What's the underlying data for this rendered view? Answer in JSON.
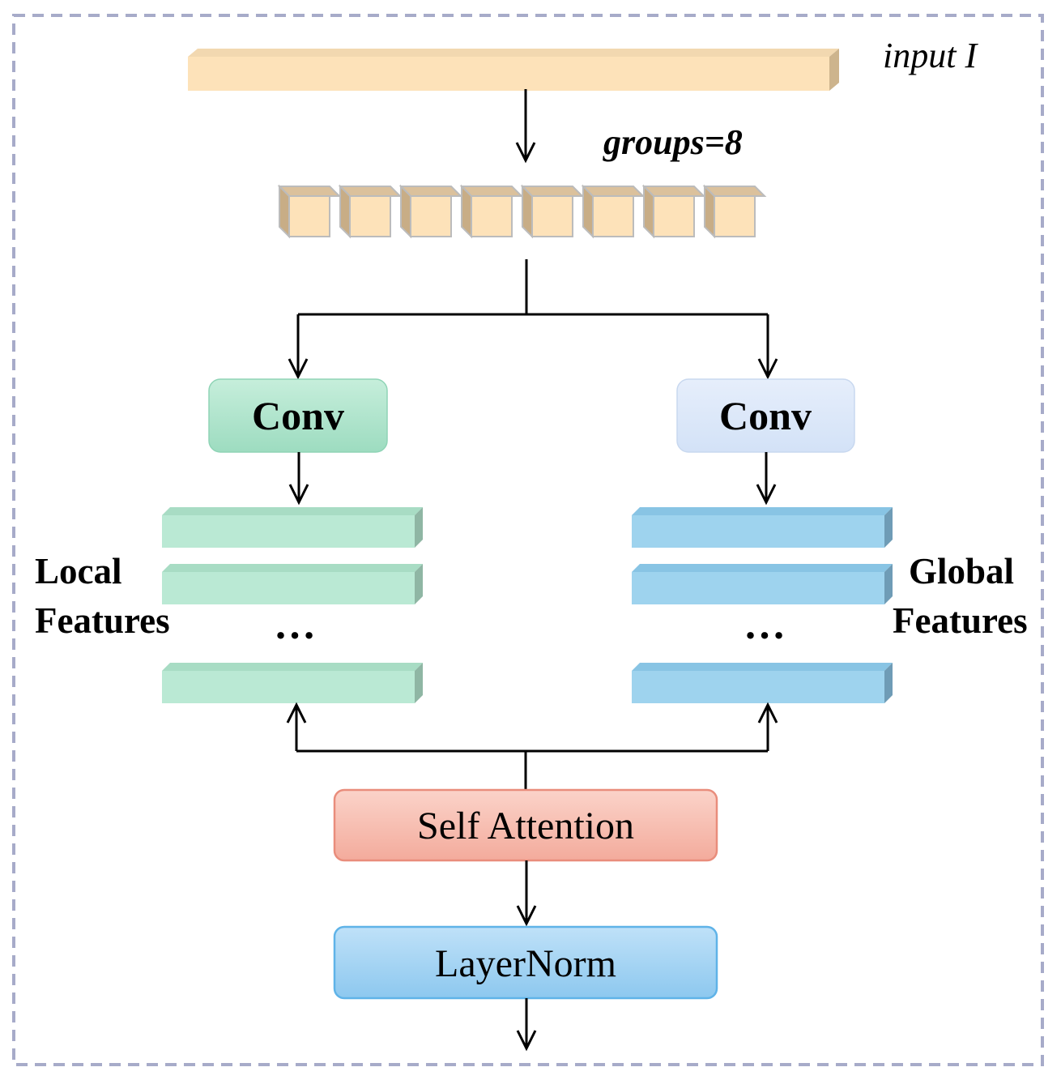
{
  "input": {
    "label": "input I"
  },
  "split": {
    "label": "groups=8",
    "group_count": 8
  },
  "left_branch": {
    "conv_label": "Conv",
    "features_line1": "Local",
    "features_line2": "Features",
    "ellipsis": "…"
  },
  "right_branch": {
    "conv_label": "Conv",
    "features_line1": "Global",
    "features_line2": "Features",
    "ellipsis": "…"
  },
  "attention": {
    "label": "Self Attention"
  },
  "norm": {
    "label": "LayerNorm"
  },
  "colors": {
    "frame": "#a7abc9",
    "input_bar": "#fde2b9",
    "input_bar_side": "#cdb48d",
    "cube_front": "#fde2b9",
    "cube_top": "#dbc19c",
    "cube_side": "#c8ad86",
    "cube_edge": "#bcbcbc",
    "conv_left": "#a9e2c9",
    "conv_right": "#dce8f9",
    "local_bar": "#bae9d4",
    "local_bar_side": "#8fb6a4",
    "global_bar": "#9ed3ee",
    "global_bar_side": "#6f9cb6",
    "attention_fill": "#f6b6a8",
    "attention_border": "#e98d7c",
    "norm_fill": "#9fd0f2",
    "norm_border": "#5fb3e8",
    "line": "#000000"
  }
}
